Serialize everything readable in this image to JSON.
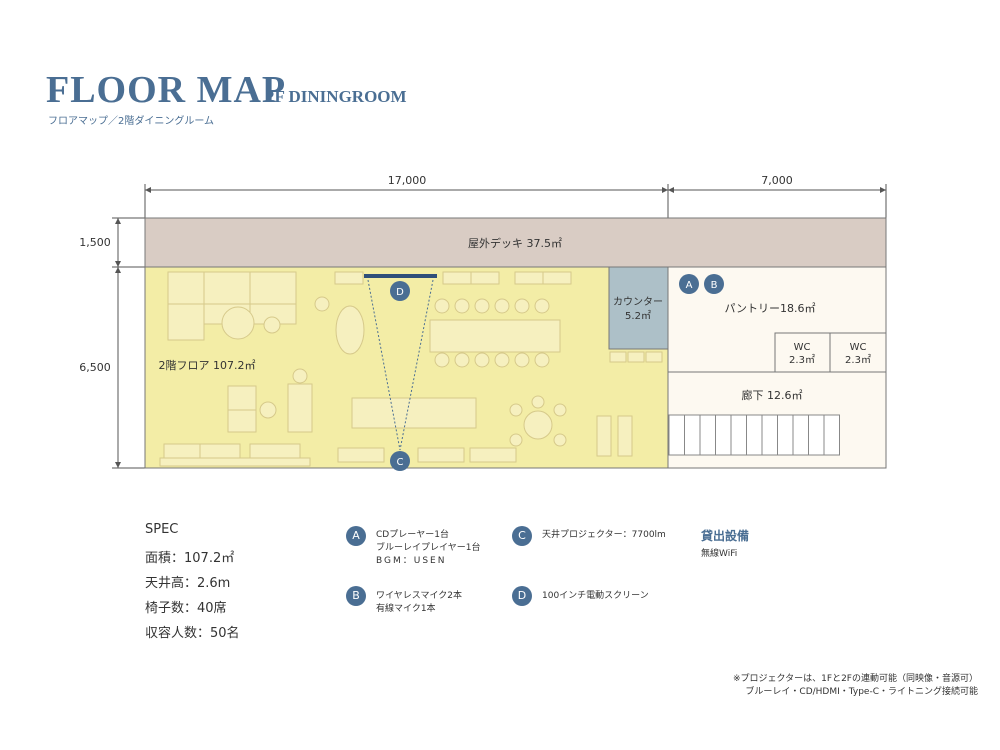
{
  "header": {
    "title": "FLOOR MAP",
    "subtitle_en": "2F DININGROOM",
    "subtitle_jp": "フロアマップ／2階ダイニングルーム"
  },
  "dimensions": {
    "width_main": "17,000",
    "width_side": "7,000",
    "depth_deck": "1,500",
    "depth_main": "6,500"
  },
  "rooms": {
    "deck": "屋外デッキ 37.5㎡",
    "floor": "2階フロア 107.2㎡",
    "counter_name": "カウンター",
    "counter_area": "5.2㎡",
    "pantry": "パントリー18.6㎡",
    "wc1_name": "WC",
    "wc1_area": "2.3㎡",
    "wc2_name": "WC",
    "wc2_area": "2.3㎡",
    "corridor": "廊下 12.6㎡"
  },
  "markers": {
    "a": "A",
    "b": "B",
    "c": "C",
    "d": "D"
  },
  "spec": {
    "heading": "SPEC",
    "items": [
      "面積：107.2㎡",
      "天井高：2.6m",
      "椅子数：40席",
      "収容人数：50名"
    ]
  },
  "legend": {
    "a": {
      "badge": "A",
      "lines": [
        "CDプレーヤー1台",
        "ブルーレイプレイヤー1台",
        "BGM：USEN"
      ]
    },
    "b": {
      "badge": "B",
      "lines": [
        "ワイヤレスマイク2本",
        "有線マイク1本"
      ]
    },
    "c": {
      "badge": "C",
      "lines": [
        "天井プロジェクター：7700lm"
      ]
    },
    "d": {
      "badge": "D",
      "lines": [
        "100インチ電動スクリーン"
      ]
    }
  },
  "rental": {
    "heading": "貸出設備",
    "items": [
      "無線WiFi"
    ]
  },
  "footnote": {
    "line1": "※プロジェクターは、1Fと2Fの連動可能（同映像・音源可）",
    "line2": "ブルーレイ・CD/HDMI・Type-C・ライトニング接続可能"
  },
  "colors": {
    "accent": "#4a6e93",
    "deck": "#d9ccc4",
    "floor": "#f3eda6",
    "counter": "#adc0c8",
    "service": "#fdf9f1"
  }
}
